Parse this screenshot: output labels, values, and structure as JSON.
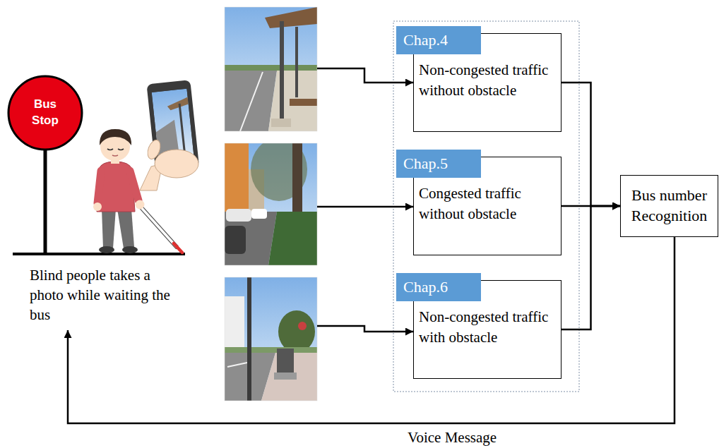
{
  "diagram": {
    "nodes": [
      {
        "text": [
          "Bus Stop"
        ]
      },
      {
        "text": [
          "Chap.4",
          "Non-congested traffic without obstacle"
        ]
      },
      {
        "text": [
          "Chap.5",
          "Congested traffic without obstacle"
        ]
      },
      {
        "text": [
          "Chap.6",
          "Non-congested traffic with obstacle"
        ]
      },
      {
        "text": [
          "Bus number Recognition"
        ]
      }
    ],
    "edges": [
      {
        "from": 1,
        "to": 4,
        "arrow": "to"
      },
      {
        "from": 2,
        "to": 4,
        "arrow": "to"
      },
      {
        "from": 3,
        "to": 4,
        "arrow": "to"
      }
    ],
    "labels": [
      "Blind people takes a photo while waiting the bus",
      "Voice Message"
    ]
  }
}
